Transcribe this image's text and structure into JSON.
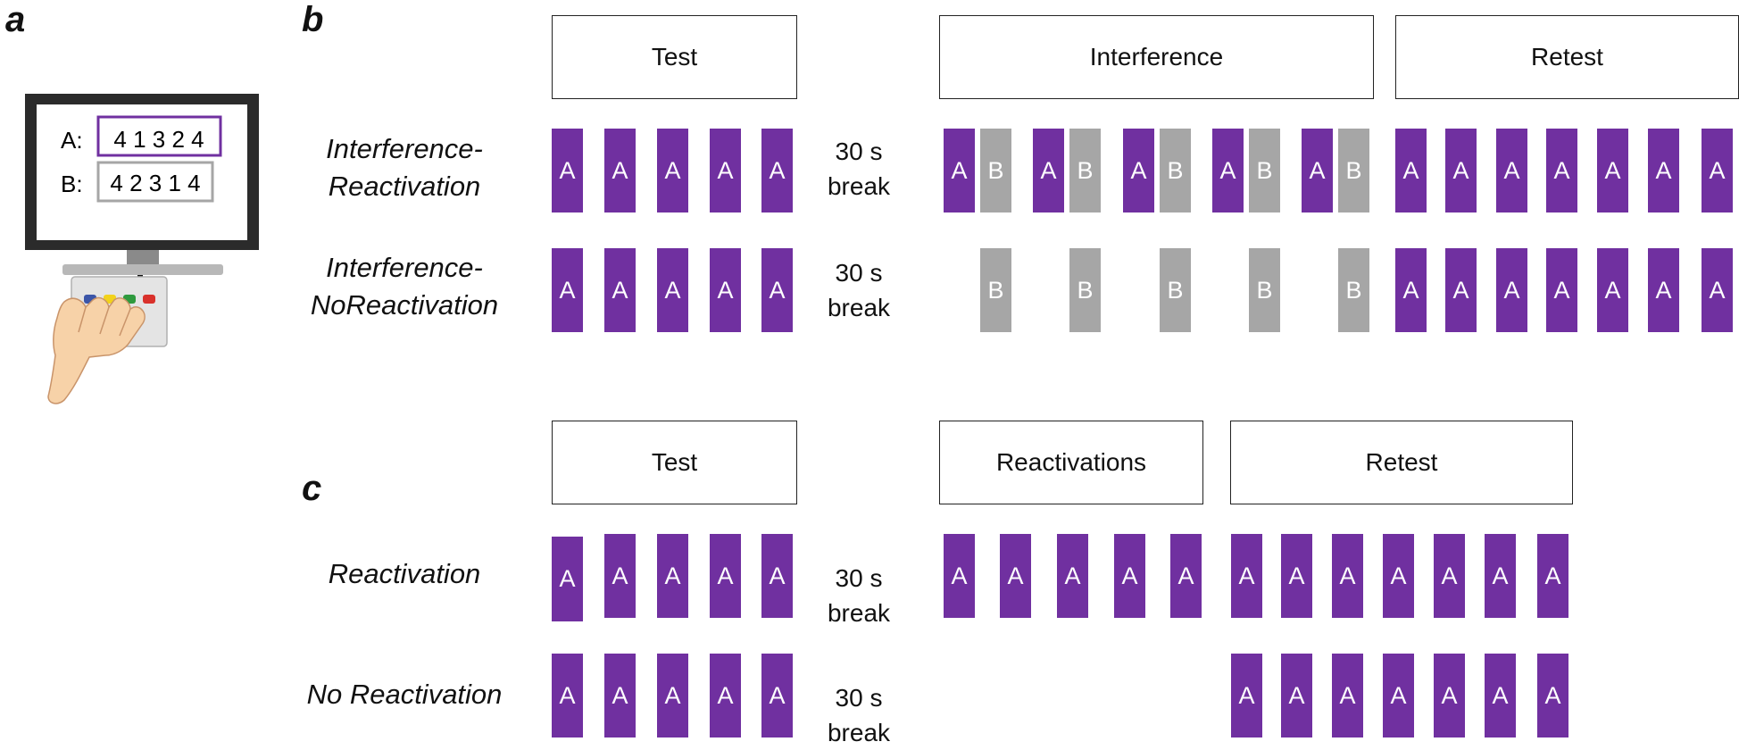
{
  "panels": {
    "a": "a",
    "b": "b",
    "c": "c"
  },
  "illustration": {
    "row_a_label": "A:",
    "row_a_sequence": "4 1 3 2 4",
    "row_b_label": "B:",
    "row_b_sequence": "4 2 3 1 4",
    "colors": {
      "a_box": "#7030a0",
      "b_box": "#a6a6a6",
      "buttons": [
        "#3b55a8",
        "#f2d21b",
        "#2e9a3e",
        "#d9312b"
      ]
    }
  },
  "panel_b": {
    "phases": {
      "test": "Test",
      "interference": "Interference",
      "retest": "Retest"
    },
    "conditions": [
      {
        "line1": "Interference-",
        "line2": "Reactivation"
      },
      {
        "line1": "Interference-",
        "line2": "NoReactivation"
      }
    ]
  },
  "panel_c": {
    "phases": {
      "test": "Test",
      "reactivations": "Reactivations",
      "retest": "Retest"
    },
    "conditions": [
      "Reactivation",
      "No Reactivation"
    ]
  },
  "break": {
    "line1": "30 s",
    "line2": "break"
  },
  "block_labels": {
    "a": "A",
    "b": "B"
  },
  "colors": {
    "block_a": "#7030a0",
    "block_b": "#a6a6a6"
  }
}
